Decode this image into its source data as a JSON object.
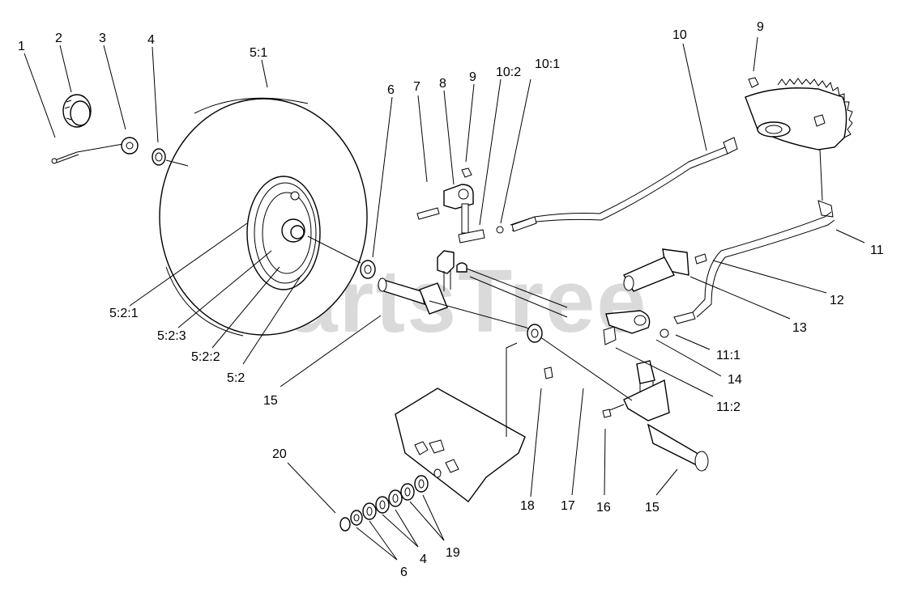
{
  "watermark": {
    "text": "PartsTree",
    "trademark": "™"
  },
  "labels": {
    "l1": "1",
    "l2": "2",
    "l3": "3",
    "l4a": "4",
    "l5_1": "5:1",
    "l6a": "6",
    "l7": "7",
    "l8": "8",
    "l9a": "9",
    "l10_2": "10:2",
    "l10_1": "10:1",
    "l10": "10",
    "l9b": "9",
    "l11": "11",
    "l12": "12",
    "l13": "13",
    "l11_1": "11:1",
    "l14": "14",
    "l11_2": "11:2",
    "l5_2_1": "5:2:1",
    "l5_2_3": "5:2:3",
    "l5_2_2": "5:2:2",
    "l5_2": "5:2",
    "l15a": "15",
    "l20": "20",
    "l18": "18",
    "l17": "17",
    "l16": "16",
    "l15b": "15",
    "l19": "19",
    "l4b": "4",
    "l6b": "6"
  }
}
